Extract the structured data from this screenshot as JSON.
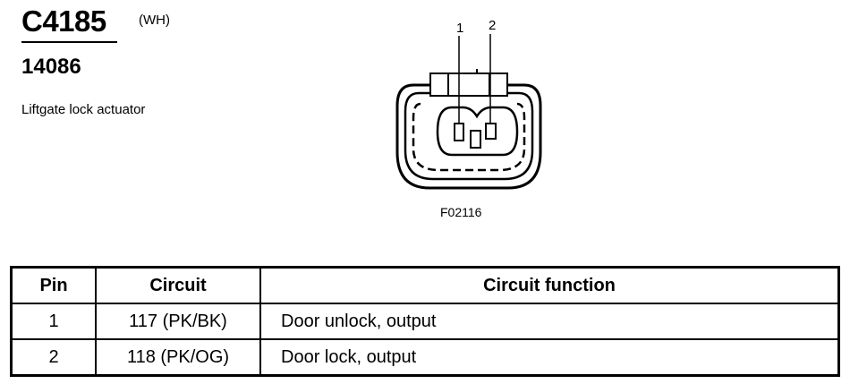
{
  "connector": {
    "id": "C4185",
    "color_code": "(WH)",
    "part_number": "14086",
    "description": "Liftgate lock actuator"
  },
  "diagram": {
    "pin_labels": [
      "1",
      "2"
    ],
    "figure_id": "F02116"
  },
  "table": {
    "headers": [
      "Pin",
      "Circuit",
      "Circuit function"
    ],
    "rows": [
      {
        "pin": "1",
        "circuit": "117 (PK/BK)",
        "function": "Door unlock, output"
      },
      {
        "pin": "2",
        "circuit": "118 (PK/OG)",
        "function": "Door lock, output"
      }
    ]
  }
}
